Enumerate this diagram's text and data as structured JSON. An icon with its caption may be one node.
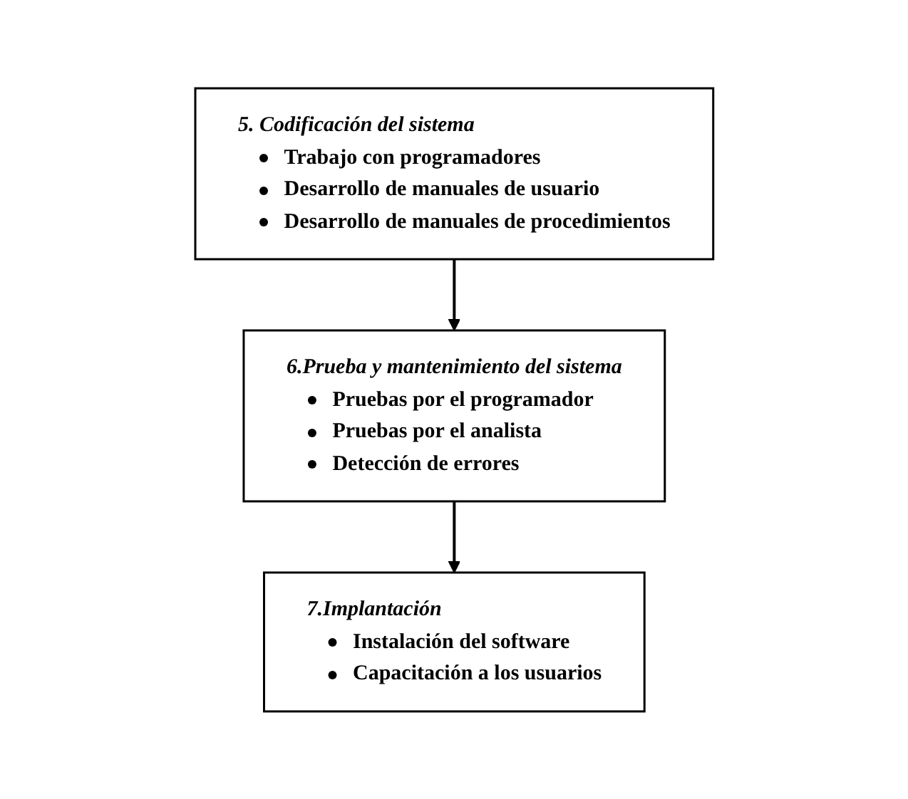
{
  "diagram": {
    "nodes": [
      {
        "text": [
          "5. Codificación del sistema",
          "Trabajo con programadores",
          "Desarrollo de manuales de usuario",
          "Desarrollo de manuales de procedimientos"
        ]
      },
      {
        "text": [
          "6.Prueba y mantenimiento del sistema",
          "Pruebas por el programador",
          "Pruebas por el analista",
          "Detección de errores"
        ]
      },
      {
        "text": [
          "7.Implantación",
          "Instalación del software",
          "Capacitación a los usuarios"
        ]
      }
    ],
    "edges": [
      {
        "from": 0,
        "to": 1,
        "arrow": "to"
      },
      {
        "from": 1,
        "to": 2,
        "arrow": "to"
      }
    ]
  }
}
